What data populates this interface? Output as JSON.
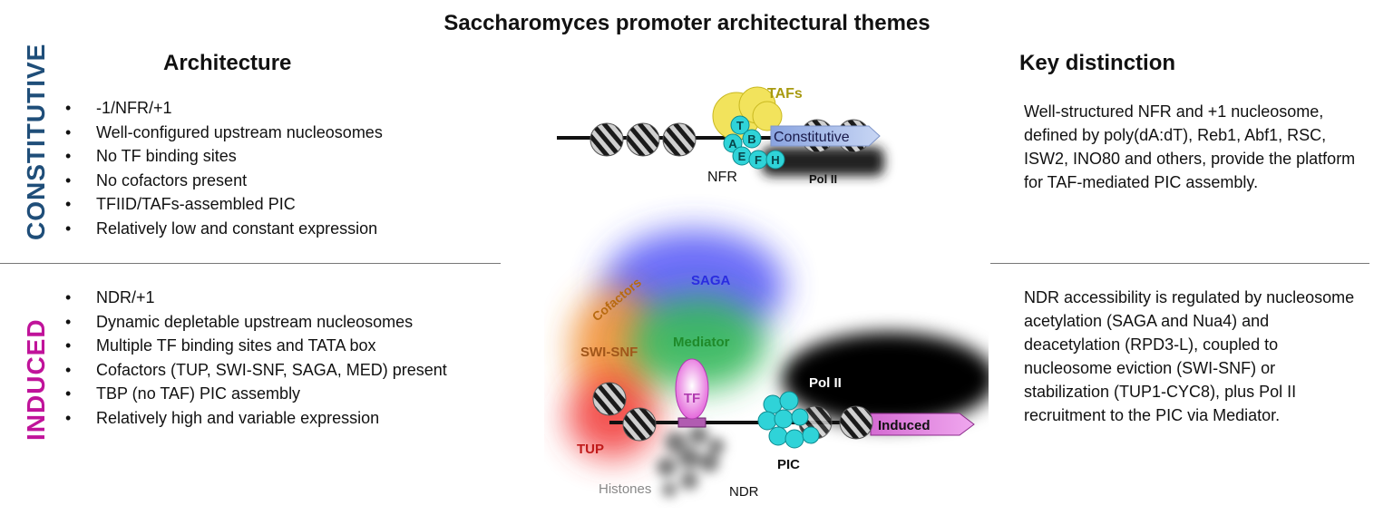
{
  "title": "Saccharomyces promoter architectural themes",
  "headers": {
    "architecture": "Architecture",
    "key_distinction": "Key distinction"
  },
  "sections": {
    "constitutive": {
      "label": "CONSTITUTIVE",
      "color": "#1f4e79",
      "bullets": [
        "-1/NFR/+1",
        "Well-configured upstream nucleosomes",
        "No TF binding sites",
        "No cofactors present",
        "TFIID/TAFs-assembled PIC",
        "Relatively low and constant expression"
      ],
      "key": "Well-structured NFR and +1 nucleosome, defined by poly(dA:dT), Reb1, Abf1, RSC, ISW2, INO80 and others, provide the platform for TAF-mediated PIC assembly."
    },
    "induced": {
      "label": "INDUCED",
      "color": "#c0139a",
      "bullets": [
        "NDR/+1",
        "Dynamic depletable upstream nucleosomes",
        "Multiple TF binding sites and TATA box",
        "Cofactors (TUP, SWI-SNF, SAGA, MED) present",
        "TBP (no TAF) PIC assembly",
        "Relatively high and variable expression"
      ],
      "key": "NDR accessibility is regulated by nucleosome acetylation (SAGA and Nua4) and deacetylation (RPD3-L), coupled to nucleosome eviction (SWI-SNF) or stabilization (TUP1-CYC8), plus Pol II recruitment to the PIC via Mediator."
    }
  },
  "diagram_top": {
    "tafs": "TAFs",
    "arrow": "Constitutive",
    "nfr": "NFR",
    "polii": "Pol II",
    "letters": [
      "T",
      "A",
      "B",
      "E",
      "F",
      "H"
    ]
  },
  "diagram_bottom": {
    "cofactors": "Cofactors",
    "saga": "SAGA",
    "swisnf": "SWI-SNF",
    "mediator": "Mediator",
    "polii": "Pol II",
    "tf": "TF",
    "induced": "Induced",
    "tup": "TUP",
    "pic": "PIC",
    "histones": "Histones",
    "ndr": "NDR"
  },
  "colors": {
    "tafs_yellow": "#f2e35c",
    "tafs_text": "#a89a10",
    "gtf_cyan": "#2fd3d8",
    "saga_blue": "#3a3cf5",
    "cofactors_orange": "#f08a2a",
    "mediator_green": "#36b95a",
    "tup_red": "#f23a3a",
    "tf_magenta": "#e25ad8",
    "induced_pink": "#e68ae6",
    "constitutive_blue": "#b8c8ee"
  }
}
